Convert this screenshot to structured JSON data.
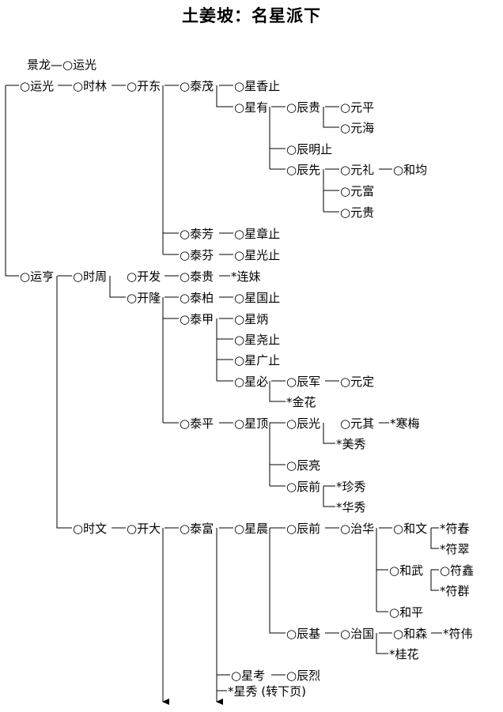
{
  "title": "土姜坡：名星派下",
  "header_line": "景龙—○运光",
  "nodes": [
    {
      "id": "n1",
      "label": "○运光"
    },
    {
      "id": "n2",
      "label": "○时林"
    },
    {
      "id": "n3",
      "label": "○开东"
    },
    {
      "id": "n4",
      "label": "○泰茂"
    },
    {
      "id": "n5",
      "label": "○星香止"
    },
    {
      "id": "n6",
      "label": "○星有"
    },
    {
      "id": "n7",
      "label": "○辰贵"
    },
    {
      "id": "n8",
      "label": "○元平"
    },
    {
      "id": "n9",
      "label": "○元海"
    },
    {
      "id": "n10",
      "label": "○辰明止"
    },
    {
      "id": "n11",
      "label": "○辰先"
    },
    {
      "id": "n12",
      "label": "○元礼"
    },
    {
      "id": "n13",
      "label": "○和均"
    },
    {
      "id": "n14",
      "label": "○元富"
    },
    {
      "id": "n15",
      "label": "○元贵"
    },
    {
      "id": "n16",
      "label": "○泰芳"
    },
    {
      "id": "n17",
      "label": "○星章止"
    },
    {
      "id": "n18",
      "label": "○泰芬"
    },
    {
      "id": "n19",
      "label": "○星光止"
    },
    {
      "id": "n20",
      "label": "○运亨"
    },
    {
      "id": "n21",
      "label": "○时周"
    },
    {
      "id": "n22",
      "label": "○开发"
    },
    {
      "id": "n23",
      "label": "○泰贵"
    },
    {
      "id": "n24",
      "label": "*连妹"
    },
    {
      "id": "n25",
      "label": "○开隆"
    },
    {
      "id": "n26",
      "label": "○泰柏"
    },
    {
      "id": "n27",
      "label": "○星国止"
    },
    {
      "id": "n28",
      "label": "○泰甲"
    },
    {
      "id": "n29",
      "label": "○星炳"
    },
    {
      "id": "n30",
      "label": "○星尧止"
    },
    {
      "id": "n31",
      "label": "○星广止"
    },
    {
      "id": "n32",
      "label": "○星必"
    },
    {
      "id": "n33",
      "label": "○辰军"
    },
    {
      "id": "n34",
      "label": "○元定"
    },
    {
      "id": "n35",
      "label": "*金花"
    },
    {
      "id": "n36",
      "label": "○泰平"
    },
    {
      "id": "n37",
      "label": "○星顶"
    },
    {
      "id": "n38",
      "label": "○辰光"
    },
    {
      "id": "n39",
      "label": "○元其"
    },
    {
      "id": "n40",
      "label": "*寒梅"
    },
    {
      "id": "n41",
      "label": "*美秀"
    },
    {
      "id": "n42",
      "label": "○辰亮"
    },
    {
      "id": "n43",
      "label": "○辰前"
    },
    {
      "id": "n44",
      "label": "*珍秀"
    },
    {
      "id": "n45",
      "label": "*华秀"
    },
    {
      "id": "n46",
      "label": "○时文"
    },
    {
      "id": "n47",
      "label": "○开大"
    },
    {
      "id": "n48",
      "label": "○泰富"
    },
    {
      "id": "n49",
      "label": "○星晨"
    },
    {
      "id": "n50",
      "label": "○辰前"
    },
    {
      "id": "n51",
      "label": "○治华"
    },
    {
      "id": "n52",
      "label": "○和文"
    },
    {
      "id": "n53",
      "label": "*符春"
    },
    {
      "id": "n54",
      "label": "*符翠"
    },
    {
      "id": "n55",
      "label": "○和武"
    },
    {
      "id": "n56",
      "label": "○符鑫"
    },
    {
      "id": "n57",
      "label": "*符群"
    },
    {
      "id": "n58",
      "label": "○和平"
    },
    {
      "id": "n59",
      "label": "○辰基"
    },
    {
      "id": "n60",
      "label": "○治国"
    },
    {
      "id": "n61",
      "label": "○和森"
    },
    {
      "id": "n62",
      "label": "*符伟"
    },
    {
      "id": "n63",
      "label": "*桂花"
    },
    {
      "id": "n64",
      "label": "○星考"
    },
    {
      "id": "n65",
      "label": "○辰烈"
    },
    {
      "id": "n66",
      "label": "*星秀 (转下页)"
    }
  ]
}
